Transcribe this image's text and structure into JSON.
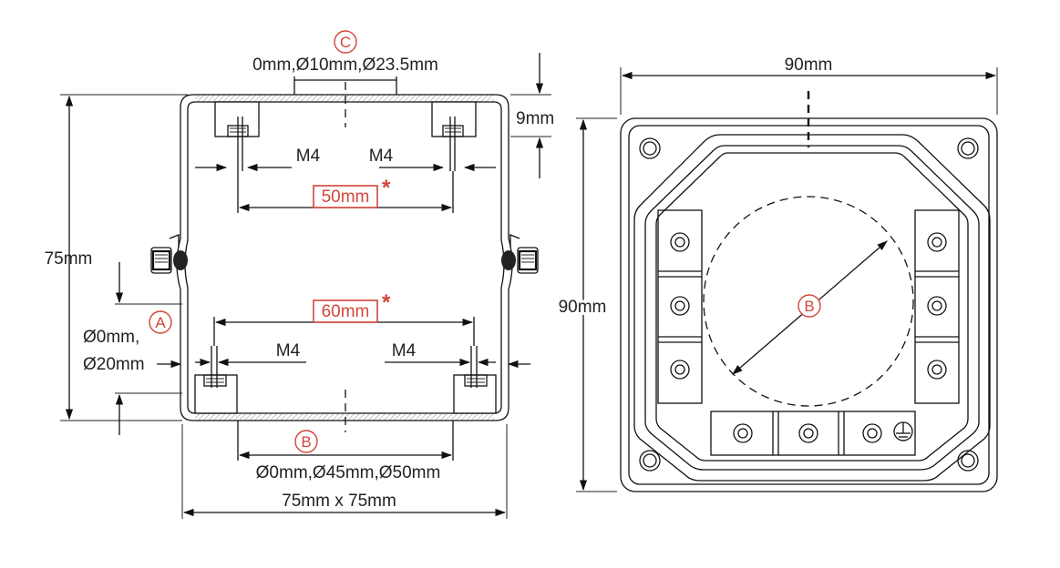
{
  "side_view": {
    "marker_c": "C",
    "top_cutout": "0mm,Ø10mm,Ø23.5mm",
    "depth_9": "9mm",
    "thread_top_left": "M4",
    "thread_top_right": "M4",
    "spacing_top": "50mm",
    "spacing_top_note": "*",
    "height": "75mm",
    "marker_a": "A",
    "side_cutout_line1": "Ø0mm,",
    "side_cutout_line2": "Ø20mm",
    "spacing_bottom": "60mm",
    "spacing_bottom_note": "*",
    "thread_bottom_left": "M4",
    "thread_bottom_right": "M4",
    "marker_b": "B",
    "bottom_cutout": "Ø0mm,Ø45mm,Ø50mm",
    "footprint": "75mm x 75mm"
  },
  "front_view": {
    "width": "90mm",
    "height": "90mm",
    "marker_b": "B"
  },
  "colors": {
    "line": "#111111",
    "accent": "#d2463a"
  }
}
